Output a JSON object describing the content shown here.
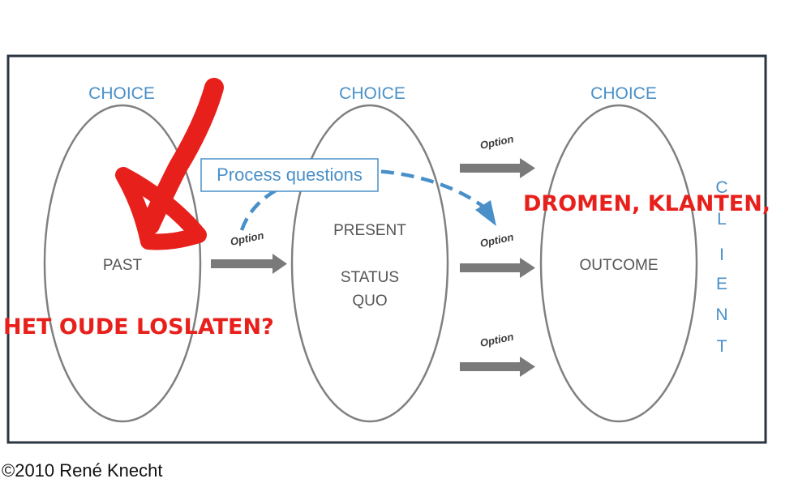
{
  "choices": [
    "CHOICE",
    "CHOICE",
    "CHOICE"
  ],
  "ellipses": {
    "past": "PAST",
    "present": "PRESENT",
    "status": "STATUS",
    "quo": "QUO",
    "outcome": "OUTCOME"
  },
  "options": [
    "Option",
    "Option",
    "Option",
    "Option"
  ],
  "process_questions": "Process questions",
  "client_letters": [
    "C",
    "L",
    "I",
    "E",
    "N",
    "T"
  ],
  "annotations": {
    "left": "HET OUDE LOSLATEN?",
    "right": "DROMEN, KLANTEN,"
  },
  "copyright": "©2010 René Knecht",
  "colors": {
    "frame": "#2b3540",
    "ellipse": "#808080",
    "arrow": "#7a7a7a",
    "blue": "#4a90c8",
    "red": "#e8201c"
  }
}
